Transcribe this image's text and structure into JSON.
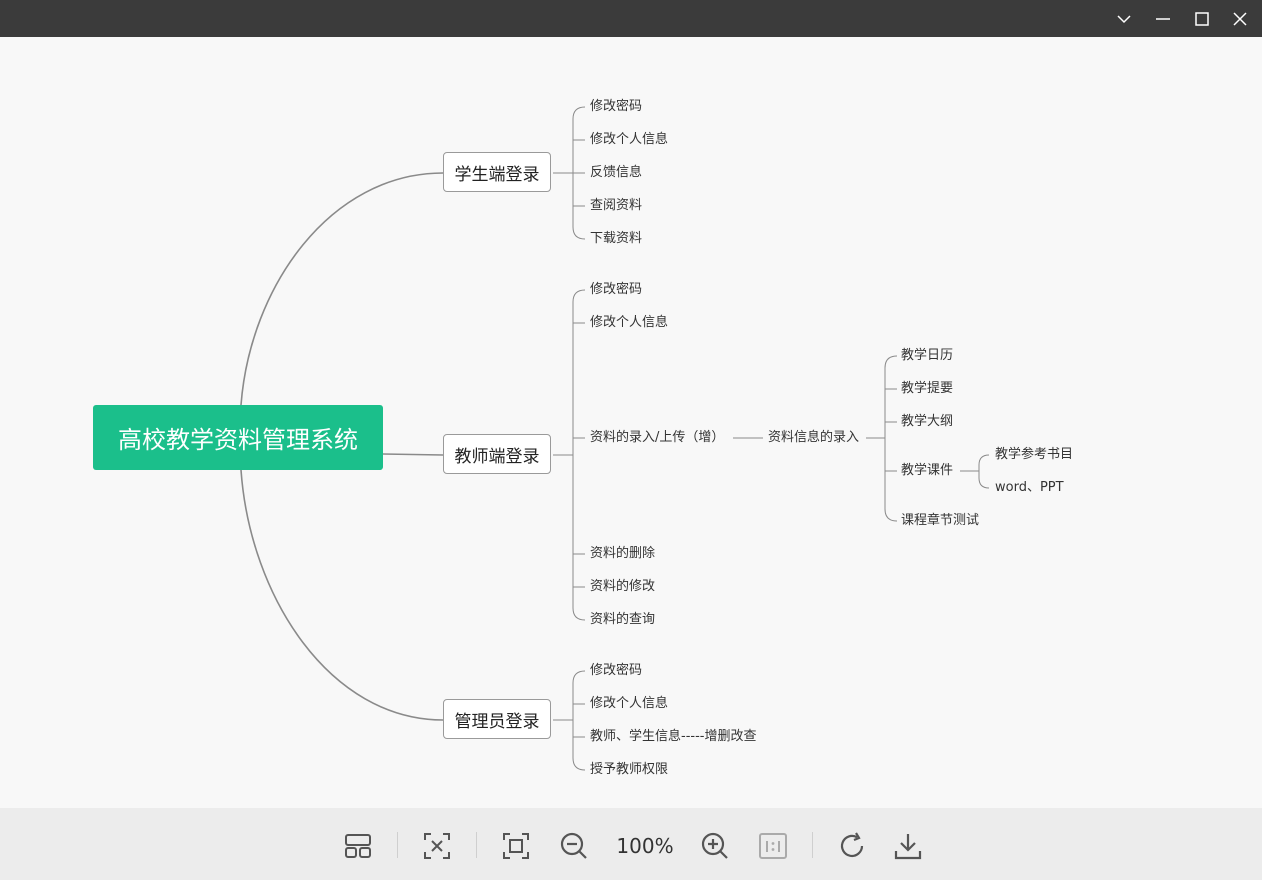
{
  "window": {
    "buttons": [
      "dropdown",
      "minimize",
      "maximize",
      "close"
    ]
  },
  "mindmap": {
    "root": "高校教学资料管理系统",
    "student": {
      "label": "学生端登录",
      "items": [
        "修改密码",
        "修改个人信息",
        "反馈信息",
        "查阅资料",
        "下载资料"
      ]
    },
    "teacher": {
      "label": "教师端登录",
      "items": [
        "修改密码",
        "修改个人信息",
        "资料的录入/上传（增）",
        "资料的删除",
        "资料的修改",
        "资料的查询"
      ],
      "upload_child": "资料信息的录入",
      "entry_items": [
        "教学日历",
        "教学提要",
        "教学大纲",
        "教学课件",
        "课程章节测试"
      ],
      "courseware_items": [
        "教学参考书目",
        "word、PPT"
      ]
    },
    "admin": {
      "label": "管理员登录",
      "items": [
        "修改密码",
        "修改个人信息",
        "教师、学生信息-----增删改查",
        "授予教师权限"
      ]
    }
  },
  "toolbar": {
    "zoom": "100%",
    "icons": [
      "layout-icon",
      "fit-width-icon",
      "fit-screen-icon",
      "zoom-out-icon",
      "zoom-in-icon",
      "actual-size-icon",
      "rotate-icon",
      "download-icon"
    ]
  }
}
